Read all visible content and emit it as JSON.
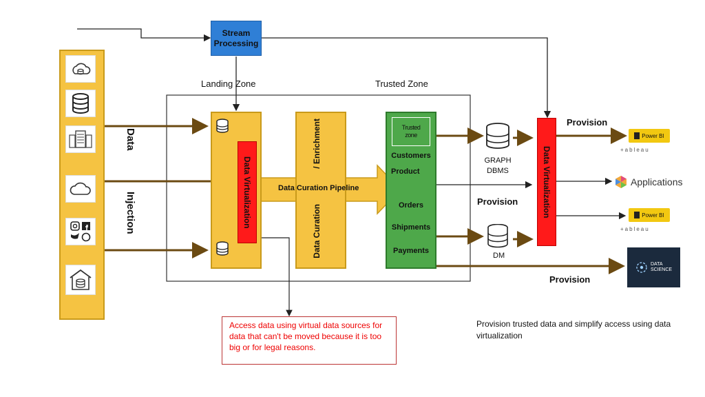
{
  "stream_processing": "Stream\nProcessing",
  "zones": {
    "landing": "Landing Zone",
    "trusted": "Trusted Zone"
  },
  "data_label": "Data",
  "injection_label": "Injection",
  "data_virtualization": "Data Virtualization",
  "enrichment": "/ Enrichment",
  "data_curation": "Data Curation",
  "pipeline": "Data Curation Pipeline",
  "trusted_zone_tag": "Trusted\nzone",
  "trusted_items": [
    "Customers",
    "Product",
    "Orders",
    "Shipments",
    "Payments"
  ],
  "graph_dbms": "GRAPH\nDBMS",
  "dm": "DM",
  "provision": "Provision",
  "applications": "Applications",
  "power_bi": "Power BI",
  "tableau": "+ableau",
  "data_science": "DATA\nSCIENCE",
  "note_red": "Access data using virtual data sources for data that can't be moved because it is too big or for legal reasons.",
  "note_black": "Provision trusted data and simplify access using data virtualization",
  "colors": {
    "yellow": "#f5c342",
    "green": "#4ea84a",
    "red": "#ff1a1a",
    "blue": "#2f7fd6",
    "arrow": "#6b4a12"
  }
}
